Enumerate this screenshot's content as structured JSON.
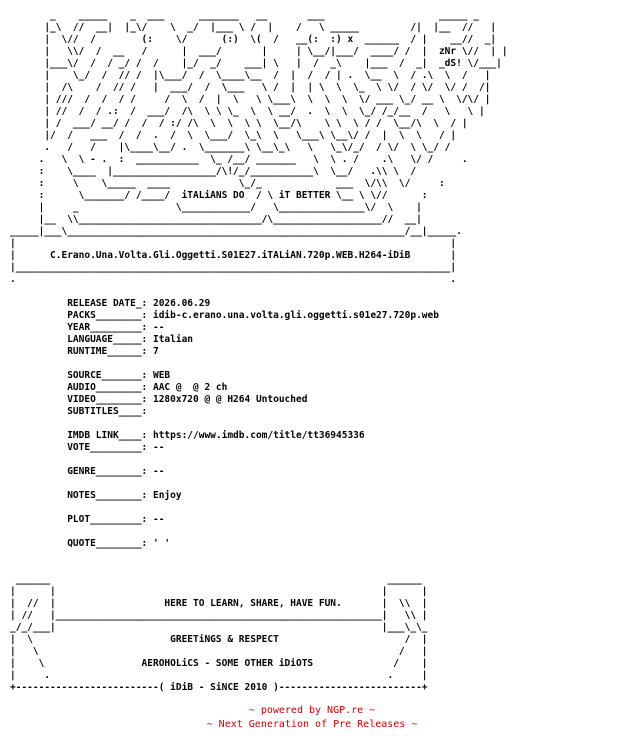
{
  "nfo_text": "       _    _____    _  ___      _______   __       ___                    _____ _\n      |_\\  //  __|  |_\\/    \\  _/  |___ \\ /  |    /   \\ _____         /|  |__  //   |\n      |  \\//  /        (:    \\/      (:)  \\(  /   __(:  :) x  ______  / |    __//  _|\n      |   \\\\/  /  __   /      |  ___/       |     | \\__/|___/  ____/ /  |  zNr \\//  | |\n      |___\\/  /  / _/ /  /    |_/  _/    ___| \\   |  /  _\\    |___  /  _|  _dS! \\/___|\n      |    \\_/  /  // /  |\\___/  /  \\____\\__  /  |  /  / | .  \\__  \\  / .\\  \\  /   |\n      |  /\\    /  // /   |  ___/  /  \\___   \\ /  |  | \\  \\  \\_  \\ \\/  / \\/  \\/ /  /|\n      | ///  /  /  / /     /  \\  /  |  \\   \\ \\___\\  \\  \\  \\  \\/ ___ \\_/ __ \\  \\/\\/ |\n      | //  /  / .:  /  ___/  /\\  \\ \\ \\_  \\  \\ __/  .  \\  \\  \\_/ /_/__  /   \\   \\ |\n      | /  ___/ __/ /  /  / :/ /\\  \\  \\  \\ \\  \\__/\\    \\ \\  \\ / /  \\__/\\  \\  / |\n      |/  /   ___  /  /  .  /  \\  \\___/  \\_\\  \\   \\___\\ \\__\\/ /  |  \\  \\   / |\n      .   /   /    |\\____\\__/ .  \\_______\\ \\__\\_\\   \\   \\_\\/_/  / \\/  \\ \\_/ /\n     .   \\  \\ - .  :  ___________  \\_ /__/ _______   \\  \\ . /    .\\   \\/ /     .\n     :    \\____  |__________________/\\!/_/___________\\  \\__/   .\\\\ \\  /\n     :     \\    \\_____  ____            \\_/_             ___  \\/\\\\  \\/     :\n     :      \\_______/ /____/  iTALiANS DO  / \\ iT BETTER \\__ \\ \\//      :\n     |     _                 \\____________/   \\_______________\\/  \\    |\n     |__  \\\\________________________________/\\___________________//  __|\n_____|___\\___________________________________________________________/__|_____.\n|                                                                            |\n|      C.Erano.Una.Volta.Gli.Oggetti.S01E27.iTALiAN.720p.WEB.H264-iDiB       |\n|____________________________________________________________________________|\n.                                                                            .\n\n          RELEASE DATE_: 2026.06.29\n          PACKS________: idib-c.erano.una.volta.gli.oggetti.s01e27.720p.web\n          YEAR_________: --\n          LANGUAGE_____: Italian\n          RUNTIME______: 7\n\n          SOURCE_______: WEB\n          AUDIO________: AAC @  @ 2 ch\n          VIDEO________: 1280x720 @ @ H264 Untouched\n          SUBTITLES____:\n\n          IMDB LINK____: https://www.imdb.com/title/tt36945336\n          VOTE_________: --\n\n          GENRE________: --\n\n          NOTES________: Enjoy\n\n          PLOT_________: --\n\n          QUOTE________: ' '\n\n\n ______                                                           ______\n|      |                                                         |      |\n|  //  |                   HERE TO LEARN, SHARE, HAVE FUN.       |  \\\\  |\n| //   |_________________________________________________________|   \\\\ |\n_/_/___|                                                         |___\\_\\_\n|  \\                        GREETiNGS & RESPECT                      /  |\n|   \\                                                               /   |\n|    \\                 AEROHOLiCS - SOME OTHER iDiOTS              /    |\n|     .                                                           .     |\n+-------------------------( iDiB - SiNCE 2010 )-------------------------+",
  "footer": {
    "line1": "~ powered by NGP.re ~",
    "line2": "~ Next Generation of Pre Releases ~"
  },
  "colors": {
    "text": "#000000",
    "footer": "#d00000",
    "background": "#ffffff"
  }
}
